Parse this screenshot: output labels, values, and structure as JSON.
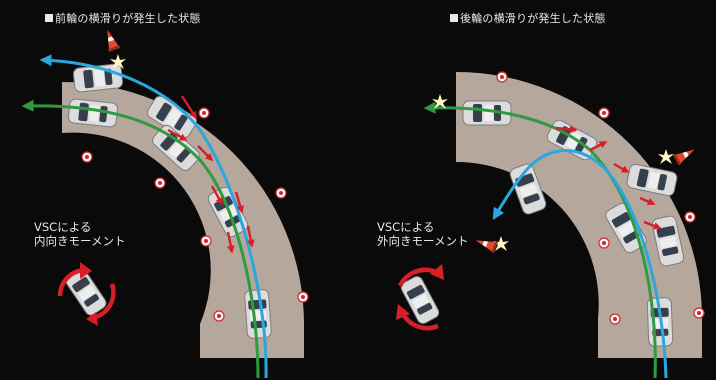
{
  "left_panel": {
    "title": "前輪の横滑りが発生した状態",
    "vsc_label": [
      "VSCによる",
      "内向きモーメント"
    ]
  },
  "right_panel": {
    "title": "後輪の横滑りが発生した状態",
    "vsc_label": [
      "VSCによる",
      "外向きモーメント"
    ]
  },
  "colors": {
    "background": "#0a0a0a",
    "road": "#b6a79c",
    "blue_path": "#2aa7de",
    "green_path": "#2f9a42",
    "red_arrow": "#d91e2a",
    "cone": "#e24a2c",
    "car": "#d9d9d9"
  },
  "icons": [
    "traffic-cone-icon",
    "impact-spark-icon",
    "rotation-arrow-icon",
    "direction-arrow-icon"
  ]
}
